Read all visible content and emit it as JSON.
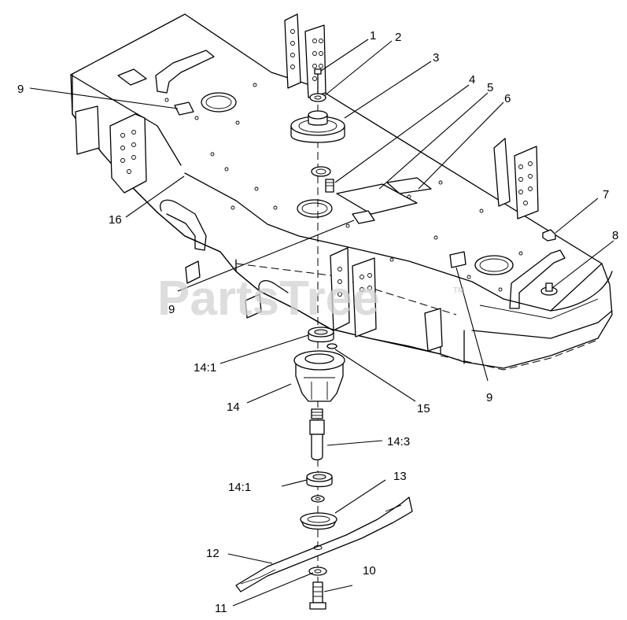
{
  "watermark": {
    "text": "PartsTree",
    "tm": "TM"
  },
  "callouts": [
    {
      "id": "c1",
      "text": "1"
    },
    {
      "id": "c2",
      "text": "2"
    },
    {
      "id": "c3",
      "text": "3"
    },
    {
      "id": "c4",
      "text": "4"
    },
    {
      "id": "c5",
      "text": "5"
    },
    {
      "id": "c6",
      "text": "6"
    },
    {
      "id": "c7",
      "text": "7"
    },
    {
      "id": "c8",
      "text": "8"
    },
    {
      "id": "c9a",
      "text": "9"
    },
    {
      "id": "c9b",
      "text": "9"
    },
    {
      "id": "c9c",
      "text": "9"
    },
    {
      "id": "c10",
      "text": "10"
    },
    {
      "id": "c11",
      "text": "11"
    },
    {
      "id": "c12",
      "text": "12"
    },
    {
      "id": "c13",
      "text": "13"
    },
    {
      "id": "c14",
      "text": "14"
    },
    {
      "id": "c14_1a",
      "text": "14:1"
    },
    {
      "id": "c14_1b",
      "text": "14:1"
    },
    {
      "id": "c14_3",
      "text": "14:3"
    },
    {
      "id": "c15",
      "text": "15"
    },
    {
      "id": "c16",
      "text": "16"
    }
  ]
}
